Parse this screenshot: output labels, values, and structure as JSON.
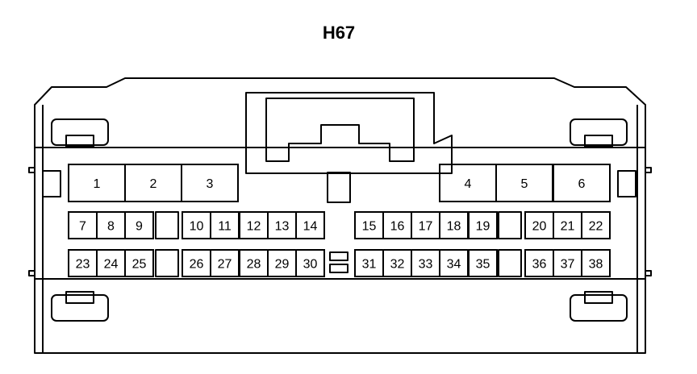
{
  "connector": {
    "name": "H67",
    "large_pins": [
      "1",
      "2",
      "3",
      "4",
      "5",
      "6"
    ],
    "row1_pins": [
      "7",
      "8",
      "9",
      "10",
      "11",
      "12",
      "13",
      "14",
      "15",
      "16",
      "17",
      "18",
      "19",
      "20",
      "21",
      "22"
    ],
    "row2_pins": [
      "23",
      "24",
      "25",
      "26",
      "27",
      "28",
      "29",
      "30",
      "31",
      "32",
      "33",
      "34",
      "35",
      "36",
      "37",
      "38"
    ]
  },
  "colors": {
    "line": "#000000",
    "background": "#ffffff"
  }
}
